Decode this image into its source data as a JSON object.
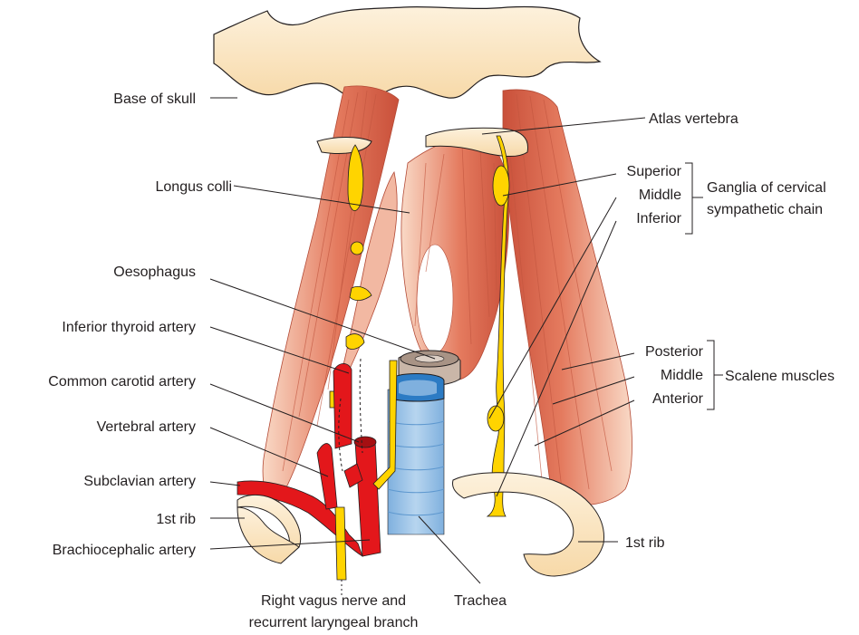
{
  "labels": {
    "base_of_skull": "Base of skull",
    "longus_colli": "Longus colli",
    "oesophagus": "Oesophagus",
    "inferior_thyroid_artery": "Inferior thyroid artery",
    "common_carotid_artery": "Common carotid artery",
    "vertebral_artery": "Vertebral artery",
    "subclavian_artery": "Subclavian artery",
    "first_rib_left": "1st rib",
    "brachiocephalic_artery": "Brachiocephalic artery",
    "vagus_line1": "Right vagus nerve and",
    "vagus_line2": "recurrent laryngeal branch",
    "trachea": "Trachea",
    "first_rib_right": "1st rib",
    "atlas_vertebra": "Atlas vertebra",
    "ganglion_superior": "Superior",
    "ganglion_middle": "Middle",
    "ganglion_inferior": "Inferior",
    "ganglia_group_line1": "Ganglia of cervical",
    "ganglia_group_line2": "sympathetic chain",
    "scalene_posterior": "Posterior",
    "scalene_middle": "Middle",
    "scalene_anterior": "Anterior",
    "scalene_group": "Scalene muscles"
  },
  "colors": {
    "bone": "#fbe3bd",
    "bone_outline": "#231f20",
    "muscle": "#e8846a",
    "muscle_dark": "#c8503a",
    "muscle_light": "#f6cdb8",
    "nerve": "#ffd400",
    "artery": "#e3171b",
    "trachea": "#9cc3e6",
    "trachea_ring": "#2c7bc4",
    "oesophagus": "#c9b6a8"
  }
}
